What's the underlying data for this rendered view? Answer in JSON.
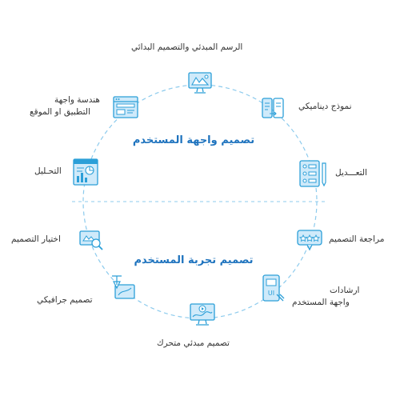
{
  "colors": {
    "accent": "#1e73be",
    "icon_stroke": "#2b9fd8",
    "icon_fill": "#cfeafa",
    "dashed_ring": "#8dcbed",
    "text": "#333333"
  },
  "center": {
    "ui_design": "تصميم واجهة المستخدم",
    "ux_design": "تصميم تجربة المستخدم"
  },
  "items": [
    {
      "label": "الرسم المبدئي والتصميم البدائي",
      "icon": "monitor-sketch-icon"
    },
    {
      "label": "نموذج ديناميكي",
      "icon": "dynamic-model-phones-icon"
    },
    {
      "label": "التعـــديل",
      "icon": "edit-flowchart-icon"
    },
    {
      "label": "مراجعة التصميم",
      "icon": "rating-review-icon"
    },
    {
      "label": "ارشادات",
      "label2": "واجهة المستخدم",
      "icon": "ui-guidelines-icon"
    },
    {
      "label": "تصميم مبدئي متحرك",
      "icon": "motion-design-icon"
    },
    {
      "label": "تصميم جرافيكي",
      "icon": "graphic-design-pen-icon"
    },
    {
      "label": "اختيار التصميم",
      "icon": "design-search-icon"
    },
    {
      "label": "التحـليل",
      "icon": "analysis-chart-icon"
    },
    {
      "label": "هندسة واجهة",
      "label2": "التطبيق او الموقع",
      "icon": "app-architecture-icon"
    }
  ]
}
